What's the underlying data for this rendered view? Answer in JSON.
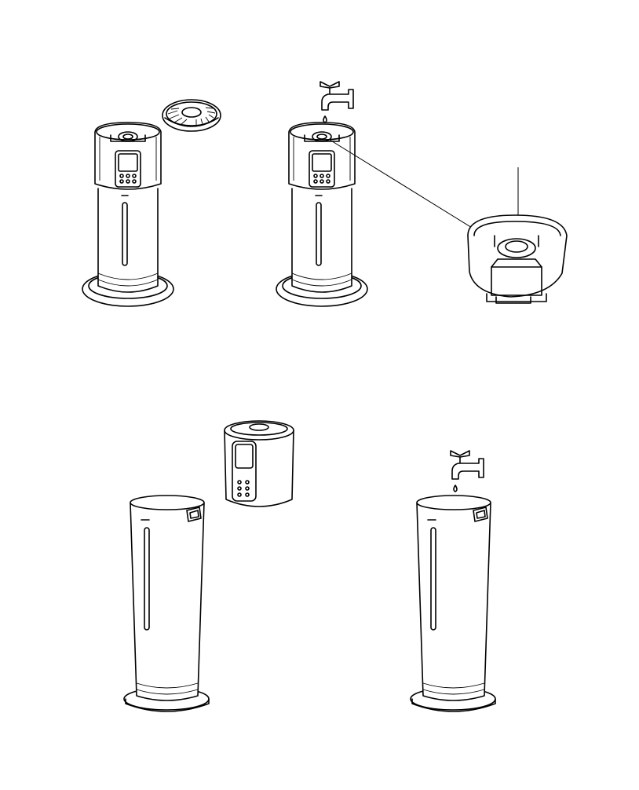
{
  "figure": {
    "background": "#ffffff",
    "line_color": "#000000",
    "panels": [
      {
        "id": "step-1",
        "parts": [
          "humidifier-assembled",
          "diffuser-cap-removed"
        ]
      },
      {
        "id": "step-2",
        "parts": [
          "humidifier-assembled",
          "faucet",
          "water-tank-detail"
        ]
      },
      {
        "id": "step-3",
        "parts": [
          "tank-base",
          "control-top-unit-lifted"
        ]
      },
      {
        "id": "step-4",
        "parts": [
          "tank-base",
          "faucet"
        ]
      }
    ]
  }
}
